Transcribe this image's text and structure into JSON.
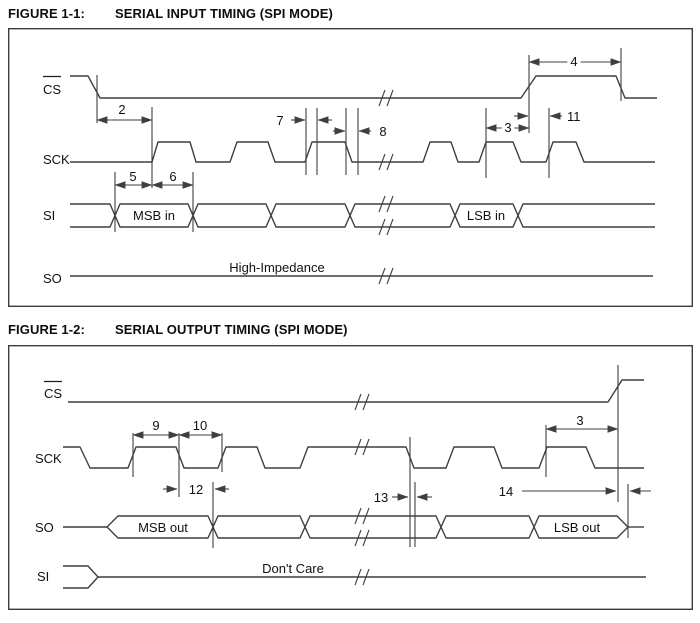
{
  "colors": {
    "background": "#ffffff",
    "line": "#3f3f3f",
    "text": "#111111",
    "border": "#3c3c3c"
  },
  "figure1": {
    "label": "FIGURE 1-1:",
    "title": "SERIAL INPUT TIMING (SPI MODE)",
    "signals": {
      "cs": {
        "name": "CS",
        "overline": true
      },
      "sck": {
        "name": "SCK"
      },
      "si": {
        "name": "SI"
      },
      "so": {
        "name": "SO"
      }
    },
    "cells": {
      "msb": "MSB in",
      "lsb": "LSB in"
    },
    "states": {
      "so": "High-Impedance"
    },
    "dims": {
      "d2": "2",
      "d3": "3",
      "d4": "4",
      "d5": "5",
      "d6": "6",
      "d7": "7",
      "d8": "8",
      "d11": "11"
    }
  },
  "figure2": {
    "label": "FIGURE 1-2:",
    "title": "SERIAL OUTPUT TIMING (SPI MODE)",
    "signals": {
      "cs": {
        "name": "CS",
        "overline": true
      },
      "sck": {
        "name": "SCK"
      },
      "so": {
        "name": "SO"
      },
      "si": {
        "name": "SI"
      }
    },
    "cells": {
      "msb": "MSB out",
      "lsb": "LSB out"
    },
    "states": {
      "si": "Don't Care"
    },
    "dims": {
      "d3": "3",
      "d9": "9",
      "d10": "10",
      "d12": "12",
      "d13": "13",
      "d14": "14"
    }
  }
}
